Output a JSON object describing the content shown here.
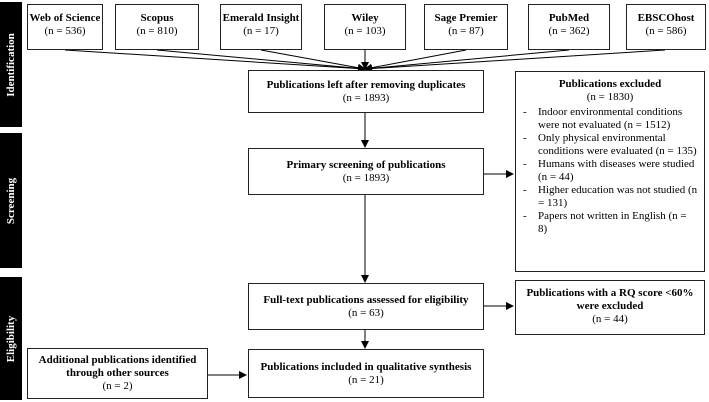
{
  "phases": {
    "identification": "Identification",
    "screening": "Screening",
    "eligibility": "Eligibility"
  },
  "sources": [
    {
      "name": "Web of Science",
      "count": "(n = 536)"
    },
    {
      "name": "Scopus",
      "count": "(n = 810)"
    },
    {
      "name": "Emerald Insight",
      "count": "(n = 17)"
    },
    {
      "name": "Wiley",
      "count": "(n = 103)"
    },
    {
      "name": "Sage Premier",
      "count": "(n = 87)"
    },
    {
      "name": "PubMed",
      "count": "(n = 362)"
    },
    {
      "name": "EBSCOhost",
      "count": "(n = 586)"
    }
  ],
  "dedup": {
    "title": "Publications left after removing duplicates",
    "count": "(n = 1893)"
  },
  "screening": {
    "title": "Primary screening of publications",
    "count": "(n = 1893)"
  },
  "excluded": {
    "title": "Publications excluded",
    "count": "(n = 1830)",
    "reasons": [
      "Indoor environmental conditions were not evaluated (n = 1512)",
      "Only physical environmental conditions were evaluated (n = 135)",
      "Humans with diseases were studied (n = 44)",
      "Higher education was not studied (n = 131)",
      "Papers not written in English (n = 8)"
    ]
  },
  "fulltext": {
    "title": "Full-text publications assessed for eligibility",
    "count": "(n = 63)"
  },
  "rq_excluded": {
    "title": "Publications with a RQ score <60% were excluded",
    "count": "(n = 44)"
  },
  "additional": {
    "title": "Additional publications identified through other sources",
    "count": "(n = 2)"
  },
  "included": {
    "title": "Publications included in qualitative synthesis",
    "count": "(n = 21)"
  }
}
